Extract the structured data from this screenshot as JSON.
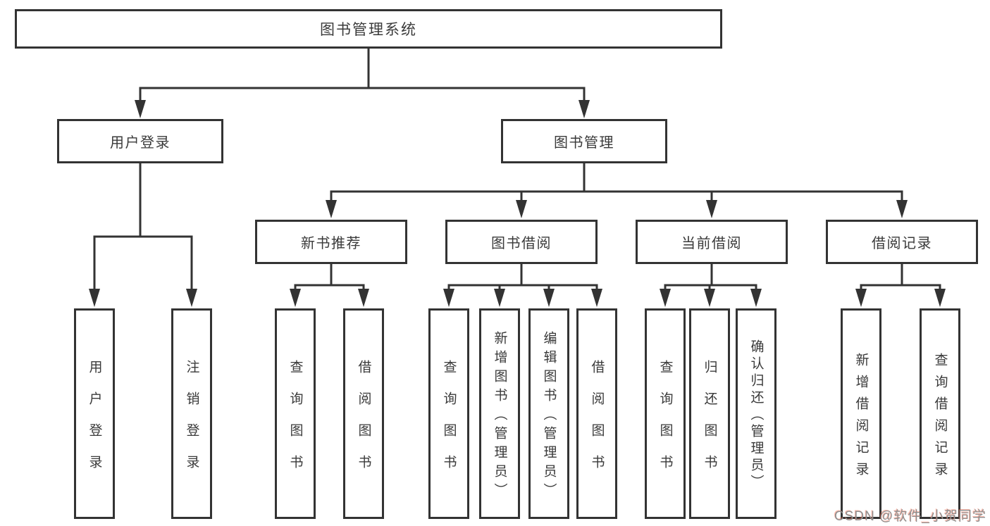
{
  "colors": {
    "line": "#333333",
    "text": "#3a3a3a",
    "wm": "#8f8f8f",
    "wm_shadow": "rgba(252,85,49,0.40)",
    "bg": "#ffffff"
  },
  "tree": {
    "root": {
      "label": "图书管理系统"
    },
    "level2": [
      {
        "label": "用户登录"
      },
      {
        "label": "图书管理"
      }
    ],
    "level3": [
      {
        "label": "新书推荐"
      },
      {
        "label": "图书借阅"
      },
      {
        "label": "当前借阅"
      },
      {
        "label": "借阅记录"
      }
    ],
    "leaves": {
      "user_login": [
        {
          "label": "用户登录"
        },
        {
          "label": "注销登录"
        }
      ],
      "new_book": [
        {
          "label": "查询图书"
        },
        {
          "label": "借阅图书"
        }
      ],
      "book_borrow": [
        {
          "label": "查询图书"
        },
        {
          "label": "新增图书（管理员）"
        },
        {
          "label": "编辑图书（管理员）"
        },
        {
          "label": "借阅图书"
        }
      ],
      "current_borrow": [
        {
          "label": "查询图书"
        },
        {
          "label": "归还图书"
        },
        {
          "label": "确认归还（管理员）"
        }
      ],
      "borrow_record": [
        {
          "label": "新增借阅记录"
        },
        {
          "label": "查询借阅记录"
        }
      ]
    }
  },
  "watermark": {
    "text": "CSDN @软件_小贺同学"
  }
}
